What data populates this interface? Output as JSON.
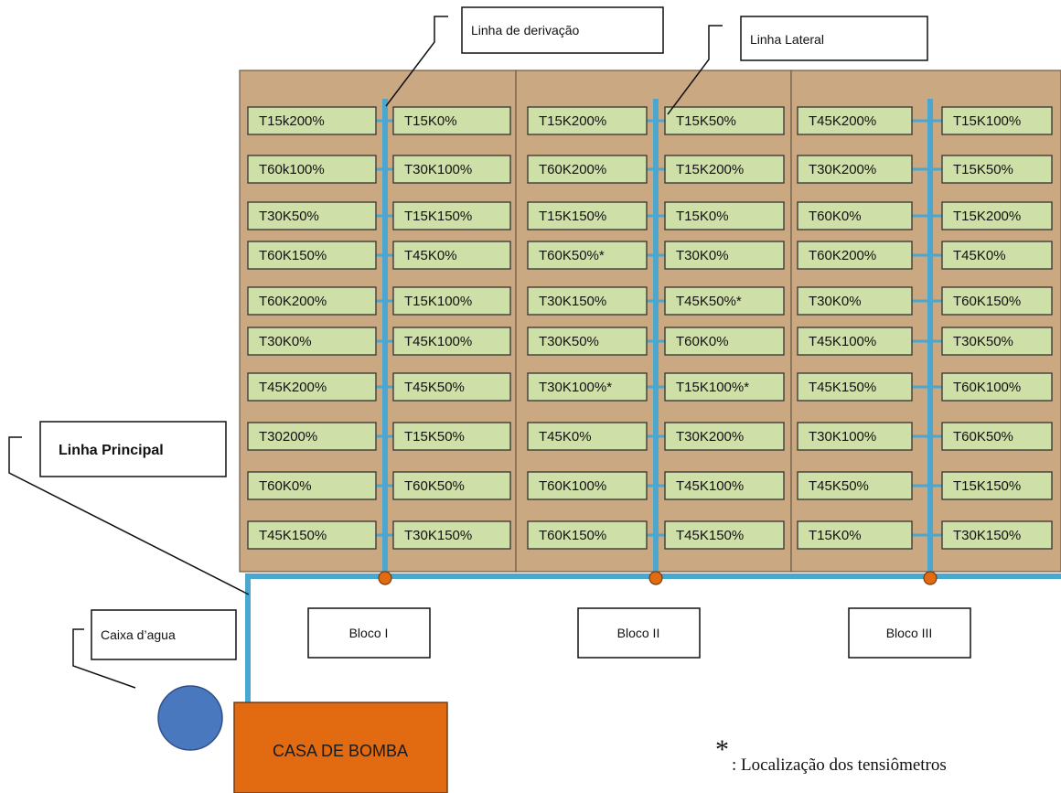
{
  "colors": {
    "field": "#c9a882",
    "cell": "#cfdfa8",
    "pipe": "#4aa8d0",
    "valve": "#e26b12",
    "pump_house": "#e26b12",
    "water_tank": "#4a78be"
  },
  "callouts": {
    "derivation": "Linha de derivação",
    "lateral": "Linha Lateral",
    "principal": "Linha Principal",
    "water_tank": "Caixa d’agua"
  },
  "pump_house": {
    "label": "CASA DE BOMBA"
  },
  "note": {
    "symbol": "*",
    "text": ": Localização  dos tensiômetros"
  },
  "blocks": [
    {
      "name": "Bloco I",
      "left": [
        "T15k200%",
        "T60k100%",
        "T30K50%",
        "T60K150%",
        "T60K200%",
        "T30K0%",
        "T45K200%",
        "T30200%",
        "T60K0%",
        "T45K150%"
      ],
      "right": [
        "T15K0%",
        "T30K100%",
        "T15K150%",
        "T45K0%",
        "T15K100%",
        "T45K100%",
        "T45K50%",
        "T15K50%",
        "T60K50%",
        "T30K150%"
      ]
    },
    {
      "name": "Bloco II",
      "left": [
        "T15K200%",
        "T60K200%",
        "T15K150%",
        "T60K50%*",
        "T30K150%",
        "T30K50%",
        "T30K100%*",
        "T45K0%",
        "T60K100%",
        "T60K150%"
      ],
      "right": [
        "T15K50%",
        "T15K200%",
        "T15K0%",
        "T30K0%",
        "T45K50%*",
        "T60K0%",
        "T15K100%*",
        "T30K200%",
        "T45K100%",
        "T45K150%"
      ]
    },
    {
      "name": "Bloco III",
      "left": [
        "T45K200%",
        "T30K200%",
        "T60K0%",
        "T60K200%",
        "T30K0%",
        "T45K100%",
        "T45K150%",
        "T30K100%",
        "T45K50%",
        "T15K0%"
      ],
      "right": [
        "T15K100%",
        "T15K50%",
        "T15K200%",
        "T45K0%",
        "T60K150%",
        "T30K50%",
        "T60K100%",
        "T60K50%",
        "T15K150%",
        "T30K150%"
      ]
    }
  ]
}
